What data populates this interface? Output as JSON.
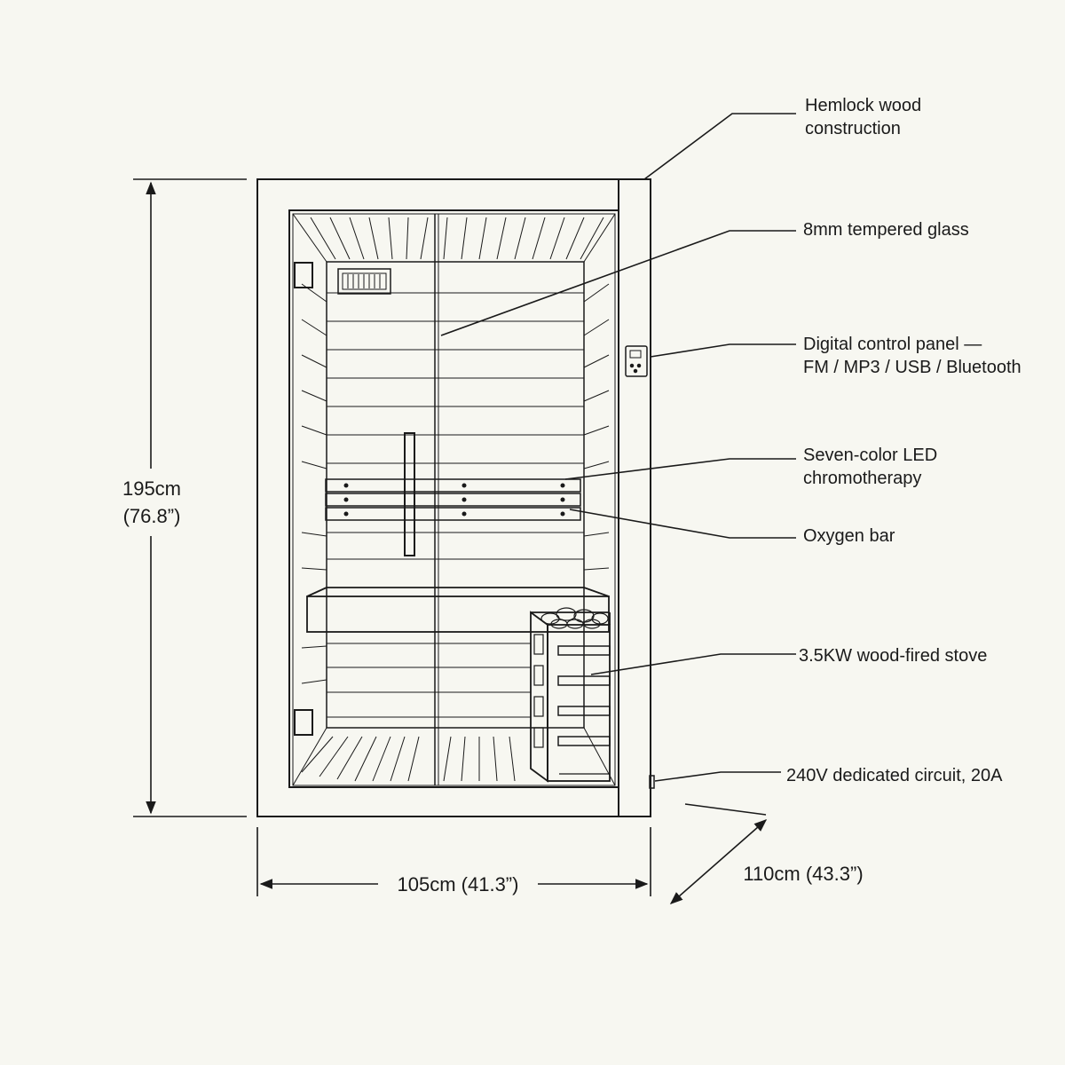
{
  "callouts": {
    "hemlock": {
      "line1": "Hemlock wood",
      "line2": "construction"
    },
    "glass": {
      "line1": "8mm tempered glass"
    },
    "control": {
      "line1": "Digital control panel —",
      "line2": "FM / MP3 / USB / Bluetooth"
    },
    "led": {
      "line1": "Seven-color LED",
      "line2": "chromotherapy"
    },
    "oxygen": {
      "line1": "Oxygen bar"
    },
    "stove": {
      "line1": "3.5KW wood-fired stove"
    },
    "circuit": {
      "line1": "240V dedicated circuit, 20A"
    }
  },
  "dimensions": {
    "height_cm": "195cm",
    "height_in": "(76.8”)",
    "width": "105cm (41.3”)",
    "depth": "110cm (43.3”)"
  }
}
